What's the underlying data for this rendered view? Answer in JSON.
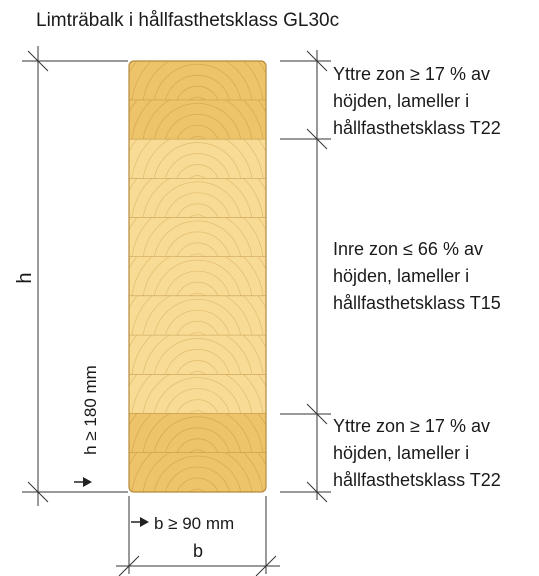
{
  "title": "Limträbalk i hållfasthetsklass GL30c",
  "height_label": "h",
  "min_height_label": "h ≥ 180 mm",
  "min_width_label": "b ≥ 90 mm",
  "width_label": "b",
  "zones": {
    "outer_top": {
      "lines": [
        "Yttre zon ≥ 17 % av",
        "höjden, lameller i",
        "hållfasthetsklass T22"
      ]
    },
    "inner": {
      "lines": [
        "Inre zon ≤ 66 % av",
        "höjden, lameller i",
        "hållfasthetsklass T15"
      ]
    },
    "outer_bottom": {
      "lines": [
        "Yttre zon ≥ 17 % av",
        "höjden, lameller i",
        "hållfasthetsklass T22"
      ]
    }
  },
  "lamella_count": 11,
  "outer_lamellae_each_side": 2,
  "colors": {
    "outer_wood": "#eec46a",
    "inner_wood": "#f8dc95",
    "ring": "#c9973f",
    "dimension_line": "#333333"
  }
}
